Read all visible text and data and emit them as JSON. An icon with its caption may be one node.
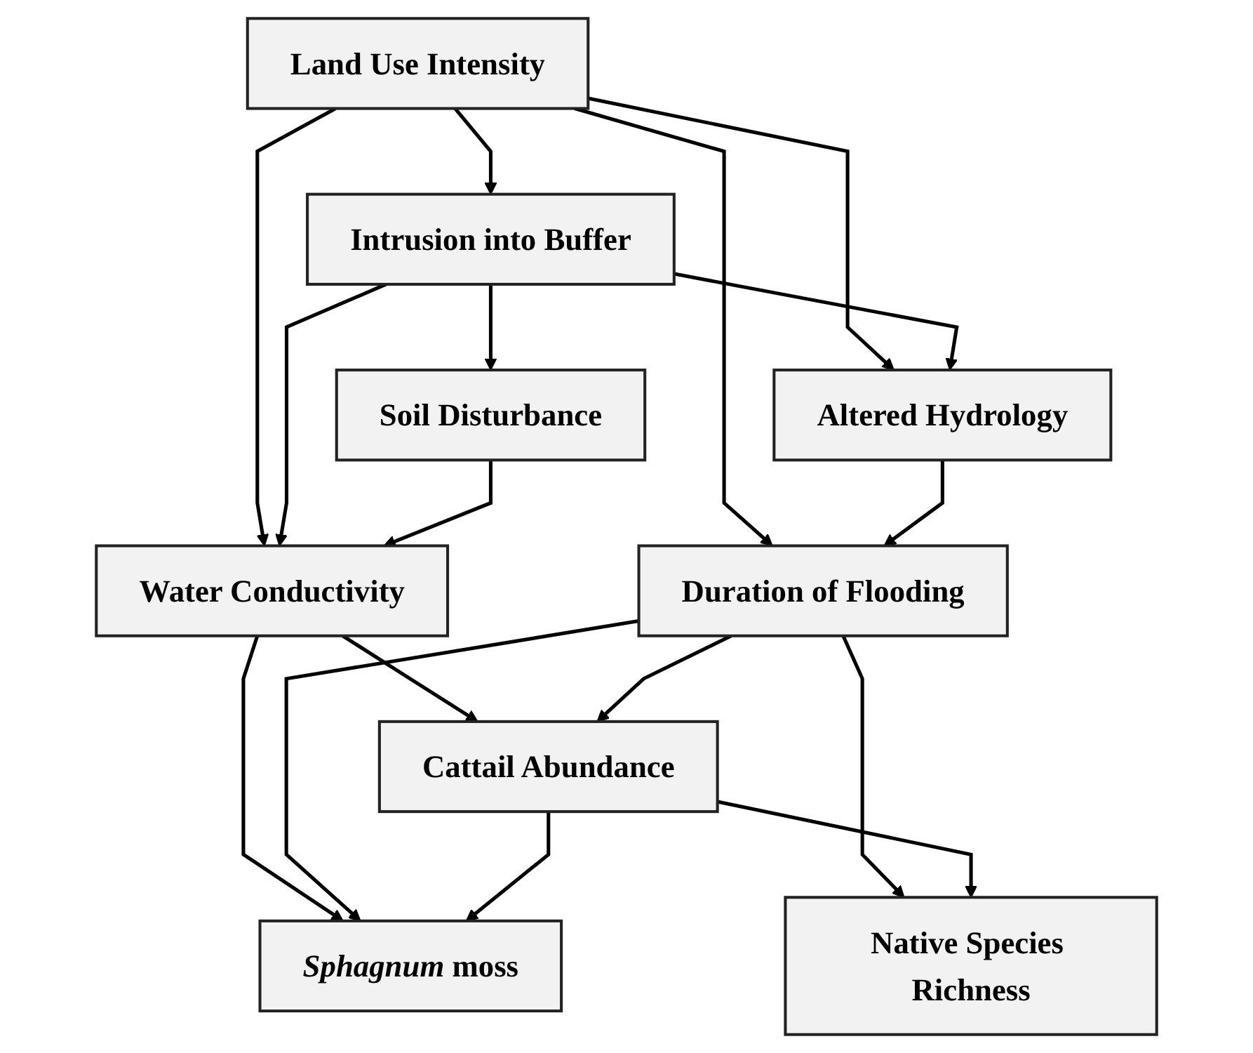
{
  "diagram": {
    "nodes": [
      {
        "text": [
          "Land Use Intensity"
        ]
      },
      {
        "text": [
          "Soil Disturbance"
        ]
      },
      {
        "text": [
          "Intrusion into Buffer"
        ]
      },
      {
        "text": [
          "Altered Hydrology"
        ]
      },
      {
        "text": [
          "Water Conductivity"
        ]
      },
      {
        "text": [
          "Duration of Flooding"
        ]
      },
      {
        "text": [
          "Cattail Abundance"
        ]
      },
      {
        "text": [
          "*Sphagnum* moss"
        ]
      },
      {
        "text": [
          "Native Species Richness"
        ]
      }
    ],
    "edges": [
      {
        "from": 0,
        "to": 2,
        "arrow": "to"
      },
      {
        "from": 0,
        "to": 3,
        "arrow": "to"
      },
      {
        "from": 0,
        "to": 4,
        "arrow": "to"
      },
      {
        "from": 0,
        "to": 5,
        "arrow": "to"
      },
      {
        "from": 2,
        "to": 1,
        "arrow": "to"
      },
      {
        "from": 2,
        "to": 3,
        "arrow": "to"
      },
      {
        "from": 2,
        "to": 4,
        "arrow": "to"
      },
      {
        "from": 1,
        "to": 4,
        "arrow": "to"
      },
      {
        "from": 3,
        "to": 5,
        "arrow": "to"
      },
      {
        "from": 4,
        "to": 6,
        "arrow": "to"
      },
      {
        "from": 4,
        "to": 7,
        "arrow": "to"
      },
      {
        "from": 5,
        "to": 6,
        "arrow": "to"
      },
      {
        "from": 5,
        "to": 7,
        "arrow": "to"
      },
      {
        "from": 5,
        "to": 8,
        "arrow": "to"
      },
      {
        "from": 6,
        "to": 7,
        "arrow": "to"
      },
      {
        "from": 6,
        "to": 8,
        "arrow": "to"
      }
    ]
  }
}
